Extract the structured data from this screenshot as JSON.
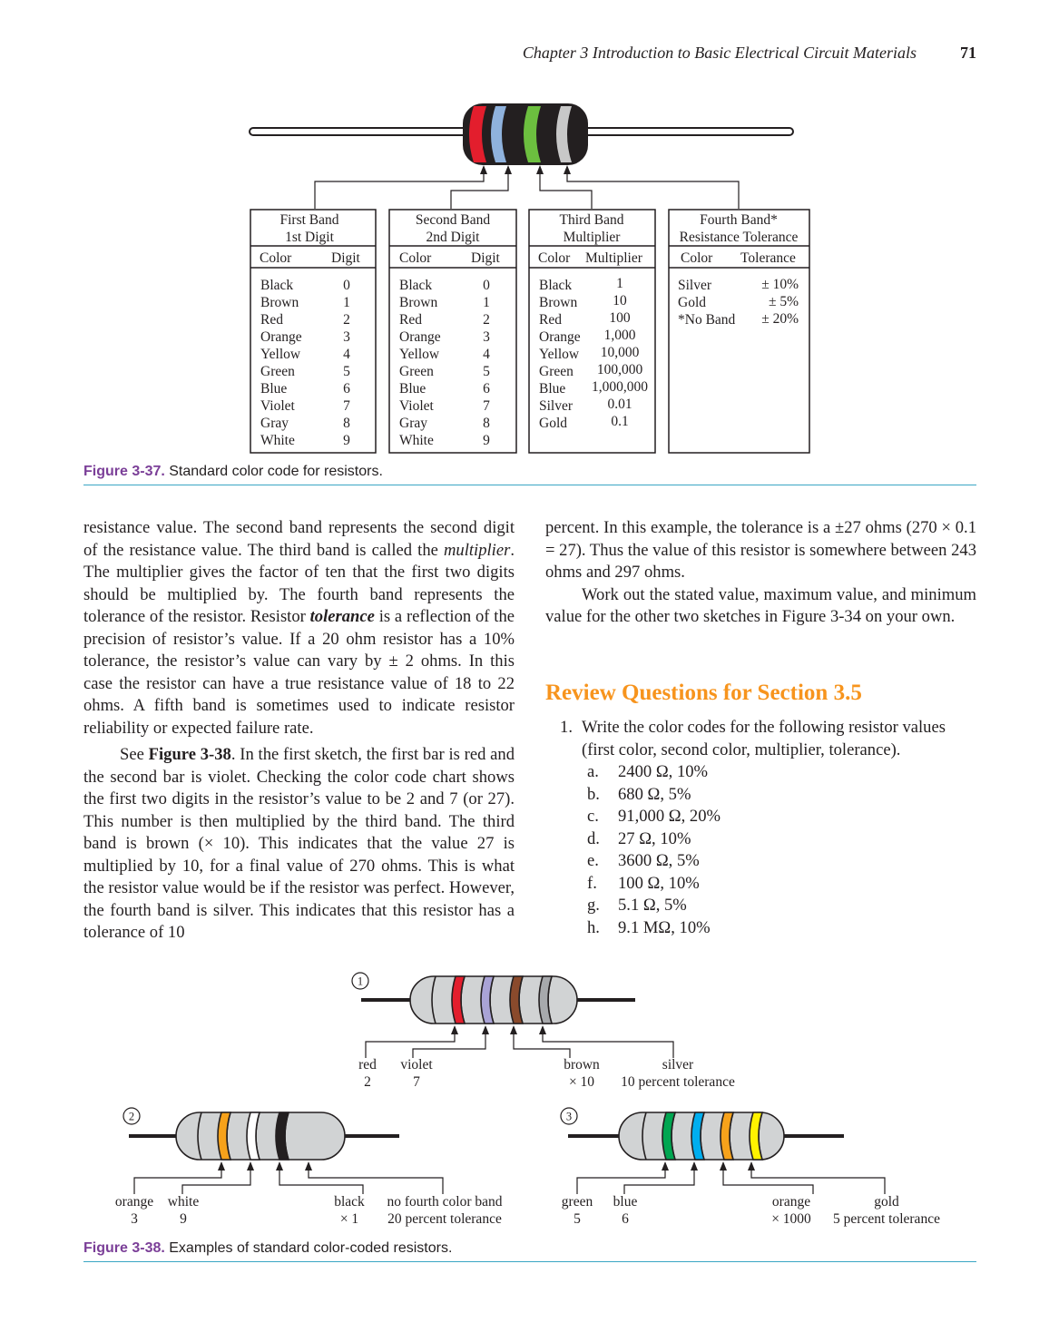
{
  "header": {
    "chapter": "Chapter 3    Introduction to Basic Electrical Circuit Materials",
    "page": "71"
  },
  "figure_37": {
    "boxes": [
      {
        "title1": "First Band",
        "title2": "1st Digit",
        "col1": "Color",
        "col2": "Digit",
        "rows": [
          [
            "Black",
            "0"
          ],
          [
            "Brown",
            "1"
          ],
          [
            "Red",
            "2"
          ],
          [
            "Orange",
            "3"
          ],
          [
            "Yellow",
            "4"
          ],
          [
            "Green",
            "5"
          ],
          [
            "Blue",
            "6"
          ],
          [
            "Violet",
            "7"
          ],
          [
            "Gray",
            "8"
          ],
          [
            "White",
            "9"
          ]
        ]
      },
      {
        "title1": "Second Band",
        "title2": "2nd Digit",
        "col1": "Color",
        "col2": "Digit",
        "rows": [
          [
            "Black",
            "0"
          ],
          [
            "Brown",
            "1"
          ],
          [
            "Red",
            "2"
          ],
          [
            "Orange",
            "3"
          ],
          [
            "Yellow",
            "4"
          ],
          [
            "Green",
            "5"
          ],
          [
            "Blue",
            "6"
          ],
          [
            "Violet",
            "7"
          ],
          [
            "Gray",
            "8"
          ],
          [
            "White",
            "9"
          ]
        ]
      },
      {
        "title1": "Third Band",
        "title2": "Multiplier",
        "col1": "Color",
        "col2": "Multiplier",
        "rows": [
          [
            "Black",
            "1"
          ],
          [
            "Brown",
            "10"
          ],
          [
            "Red",
            "100"
          ],
          [
            "Orange",
            "1,000"
          ],
          [
            "Yellow",
            "10,000"
          ],
          [
            "Green",
            "100,000"
          ],
          [
            "Blue",
            "1,000,000"
          ],
          [
            "Silver",
            "0.01"
          ],
          [
            "Gold",
            "0.1"
          ]
        ]
      },
      {
        "title1": "Fourth Band*",
        "title2": "Resistance Tolerance",
        "col1": "Color",
        "col2": "Tolerance",
        "rows": [
          [
            "Silver",
            "± 10%"
          ],
          [
            "Gold",
            "±  5%"
          ],
          [
            "*No Band",
            "± 20%"
          ]
        ]
      }
    ],
    "caption_label": "Figure 3-37.",
    "caption_text": " Standard color code for resistors."
  },
  "colors": {
    "red": "#e31e2d",
    "blue": "#8fb2dd",
    "green": "#6cbf3f",
    "silver": "#c8c8c8",
    "violet": "#a9a3d6",
    "brown": "#8a4a2c",
    "gray": "#a7a9ac",
    "orange": "#f7a21b",
    "white": "#ffffff",
    "black": "#231f20",
    "green2": "#00a651",
    "blue2": "#00aeef",
    "yellow": "#fff200",
    "body": "#d1d3d4",
    "accent_purple": "#7b3f98",
    "heading_orange": "#f7941d"
  },
  "body_left": {
    "p1_a": "resistance value. The second band represents the second digit of the resistance value. The third band is called the ",
    "p1_em": "multiplier",
    "p1_b": ". The multiplier gives the factor of ten that the first two digits should be multiplied by. The fourth band represents the tolerance of the resistor. Resistor ",
    "p1_strong": "tolerance",
    "p1_c": " is a reflection of the precision of resistor’s value. If a 20 ohm resistor has a 10% tolerance, the resistor’s value can vary by ± 2 ohms. In this case the resistor can have a true resistance value of 18 to 22 ohms. A fifth band is sometimes used to indicate resistor reliability or expected failure rate.",
    "p2_a": "See ",
    "p2_strong": "Figure 3-38",
    "p2_b": ". In the first sketch, the first bar is red and the second bar is violet. Checking the color code chart shows the first two digits in the resistor’s value to be 2 and 7 (or 27). This number is then multiplied by the third band. The third band is brown (× 10). This indicates that the value 27 is multiplied by 10, for a final value of 270 ohms. This is what the resistor value would be if the resistor was perfect. However, the fourth band is silver. This indicates that this resistor has a tolerance of 10"
  },
  "body_right": {
    "p1": "percent. In this example, the tolerance is a ±27 ohms (270 × 0.1 = 27). Thus the value of this resistor is somewhere between 243 ohms and 297 ohms.",
    "p2": "Work out the stated value, maximum value, and minimum value for the other two sketches in Figure 3-34 on your own.",
    "heading": "Review Questions for Section 3.5",
    "q1_num": "1.",
    "q1_text": "Write the color codes for the following resistor values (first color, second color, multiplier, tolerance).",
    "items": [
      {
        "letter": "a.",
        "text": "2400 Ω, 10%"
      },
      {
        "letter": "b.",
        "text": "680 Ω, 5%"
      },
      {
        "letter": "c.",
        "text": "91,000 Ω, 20%"
      },
      {
        "letter": "d.",
        "text": "27 Ω, 10%"
      },
      {
        "letter": "e.",
        "text": "3600 Ω, 5%"
      },
      {
        "letter": "f.",
        "text": "100 Ω, 10%"
      },
      {
        "letter": "g.",
        "text": "5.1 Ω, 5%"
      },
      {
        "letter": "h.",
        "text": "9.1 MΩ, 10%"
      }
    ]
  },
  "figure_38": {
    "ex1": {
      "num": "1",
      "l1": "red",
      "v1": "2",
      "l2": "violet",
      "v2": "7",
      "l3": "brown",
      "v3": "× 10",
      "l4": "silver",
      "v4": "10 percent tolerance"
    },
    "ex2": {
      "num": "2",
      "l1": "orange",
      "v1": "3",
      "l2": "white",
      "v2": "9",
      "l3": "black",
      "v3": "× 1",
      "l4": "no fourth color band",
      "v4": "20 percent tolerance"
    },
    "ex3": {
      "num": "3",
      "l1": "green",
      "v1": "5",
      "l2": "blue",
      "v2": "6",
      "l3": "orange",
      "v3": "× 1000",
      "l4": "gold",
      "v4": "5 percent tolerance"
    },
    "caption_label": "Figure 3-38.",
    "caption_text": " Examples of standard color-coded resistors."
  }
}
